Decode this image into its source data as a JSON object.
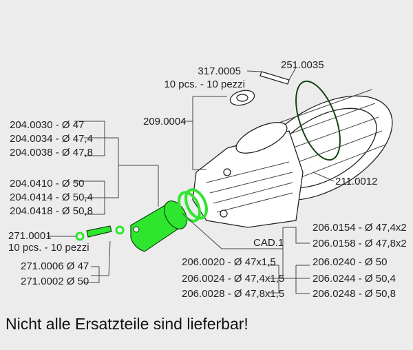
{
  "labels": {
    "stud": "317.0005",
    "stud_qty": "10 pcs. - 10 pezzi",
    "head_gasket": "251.0035",
    "base_gasket": "209.0004",
    "head": "211.0012",
    "cad": "CAD.1",
    "clip": "271.0001",
    "clip_qty": "10 pcs. - 10 pezzi"
  },
  "pistons_47": [
    "204.0030 - Ø 47",
    "204.0034 - Ø 47,4",
    "204.0038 - Ø 47,8"
  ],
  "pistons_50": [
    "204.0410 - Ø 50",
    "204.0414 - Ø 50,4",
    "204.0418 - Ø 50,8"
  ],
  "pins": [
    "271.0006  Ø 47",
    "271.0002  Ø 50"
  ],
  "rings_left": [
    "206.0020 - Ø 47x1,5",
    "206.0024 - Ø 47,4x1,5",
    "206.0028 - Ø 47,8x1,5"
  ],
  "rings_right_top": [
    "206.0154 - Ø 47,4x2",
    "206.0158 - Ø 47,8x2"
  ],
  "rings_right_bottom": [
    "206.0240 - Ø 50",
    "206.0244 - Ø 50,4",
    "206.0248 - Ø 50,8"
  ],
  "footer": "Nicht alle Ersatzteile sind lieferbar!",
  "colors": {
    "highlight": "#2ee62e",
    "background": "#ececec"
  }
}
